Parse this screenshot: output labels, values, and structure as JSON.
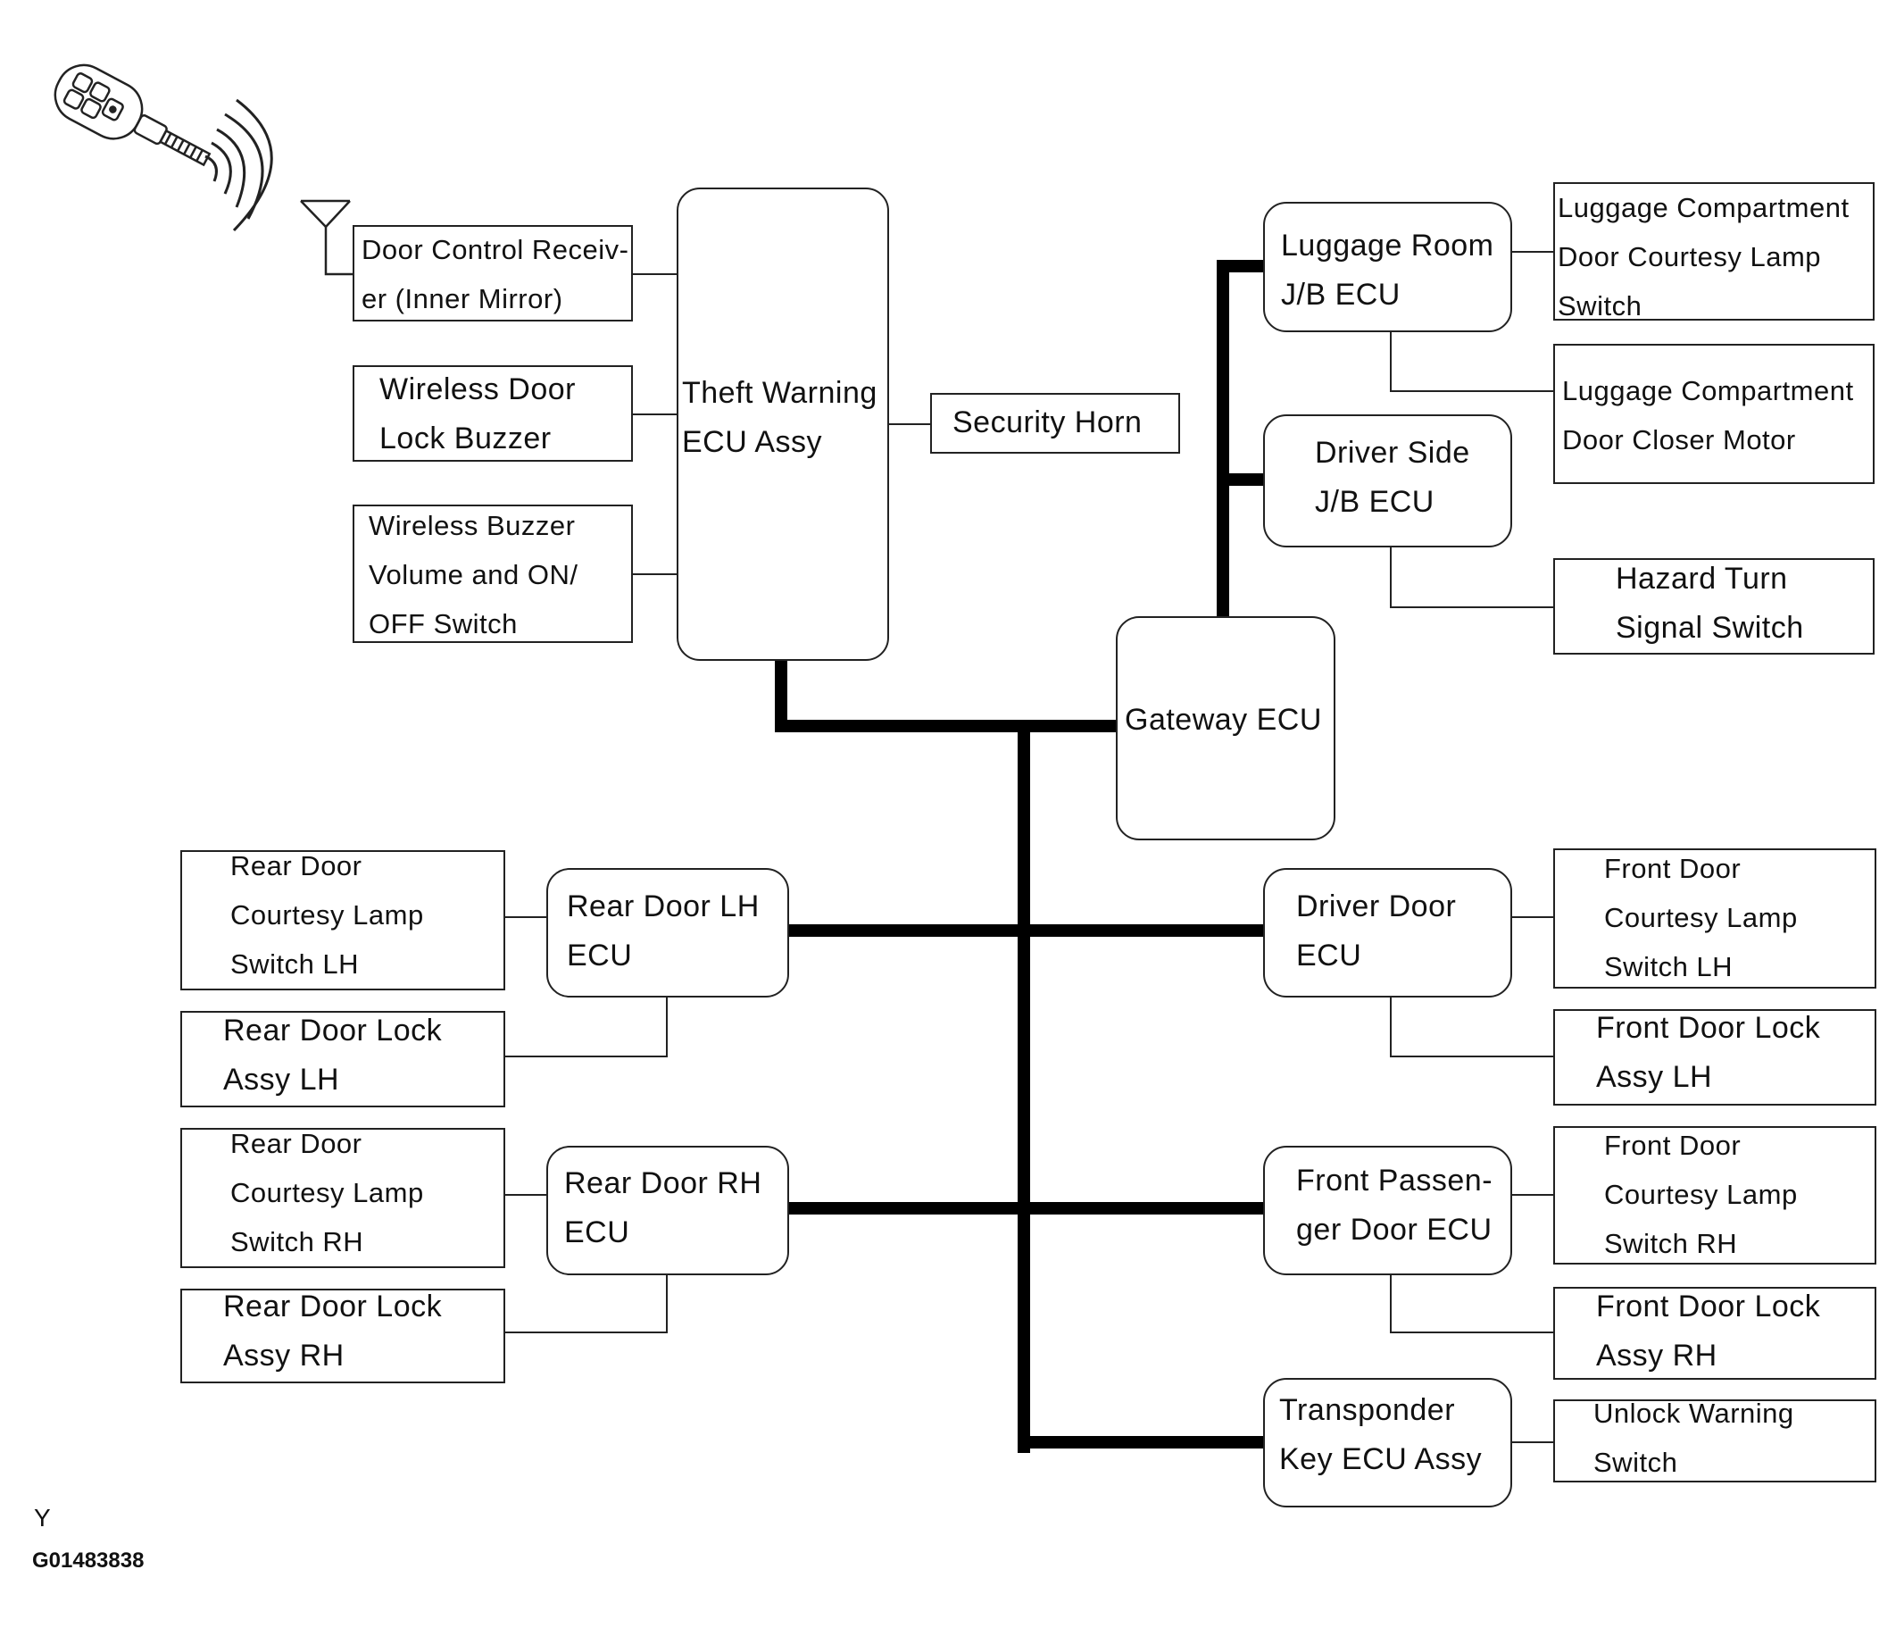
{
  "diagram": {
    "components": {
      "door_control_receiver": "Door Control Receiv-\ner (Inner Mirror)",
      "wireless_door_lock_buzzer": "Wireless Door\nLock Buzzer",
      "wireless_buzzer_switch": "Wireless Buzzer\nVolume and ON/\nOFF Switch",
      "theft_warning_ecu": "Theft Warning\nECU Assy",
      "security_horn": "Security Horn",
      "luggage_room_jb_ecu": "Luggage Room\nJ/B ECU",
      "luggage_courtesy_lamp_switch": "Luggage Compartment\nDoor Courtesy Lamp\nSwitch",
      "luggage_door_closer_motor": "Luggage Compartment\nDoor Closer Motor",
      "driver_side_jb_ecu": "Driver Side\nJ/B ECU",
      "hazard_turn_signal_switch": "Hazard Turn\nSignal Switch",
      "gateway_ecu": "Gateway ECU",
      "rear_door_courtesy_lh": "Rear Door\nCourtesy Lamp\nSwitch LH",
      "rear_door_lh_ecu": "Rear Door LH\nECU",
      "rear_door_lock_lh": "Rear Door Lock\nAssy LH",
      "rear_door_courtesy_rh": "Rear Door\nCourtesy Lamp\nSwitch RH",
      "rear_door_rh_ecu": "Rear Door RH\nECU",
      "rear_door_lock_rh": "Rear Door Lock\nAssy RH",
      "driver_door_ecu": "Driver Door\nECU",
      "front_door_courtesy_lh": "Front Door\nCourtesy Lamp\nSwitch LH",
      "front_door_lock_lh": "Front Door Lock\nAssy LH",
      "front_passenger_door_ecu": "Front Passen-\nger Door ECU",
      "front_door_courtesy_rh": "Front Door\nCourtesy Lamp\nSwitch RH",
      "front_door_lock_rh": "Front Door Lock\nAssy RH",
      "transponder_key_ecu": "Transponder\nKey ECU Assy",
      "unlock_warning_switch": "Unlock Warning\nSwitch"
    },
    "footer": {
      "letter": "Y",
      "code": "G01483838"
    }
  }
}
